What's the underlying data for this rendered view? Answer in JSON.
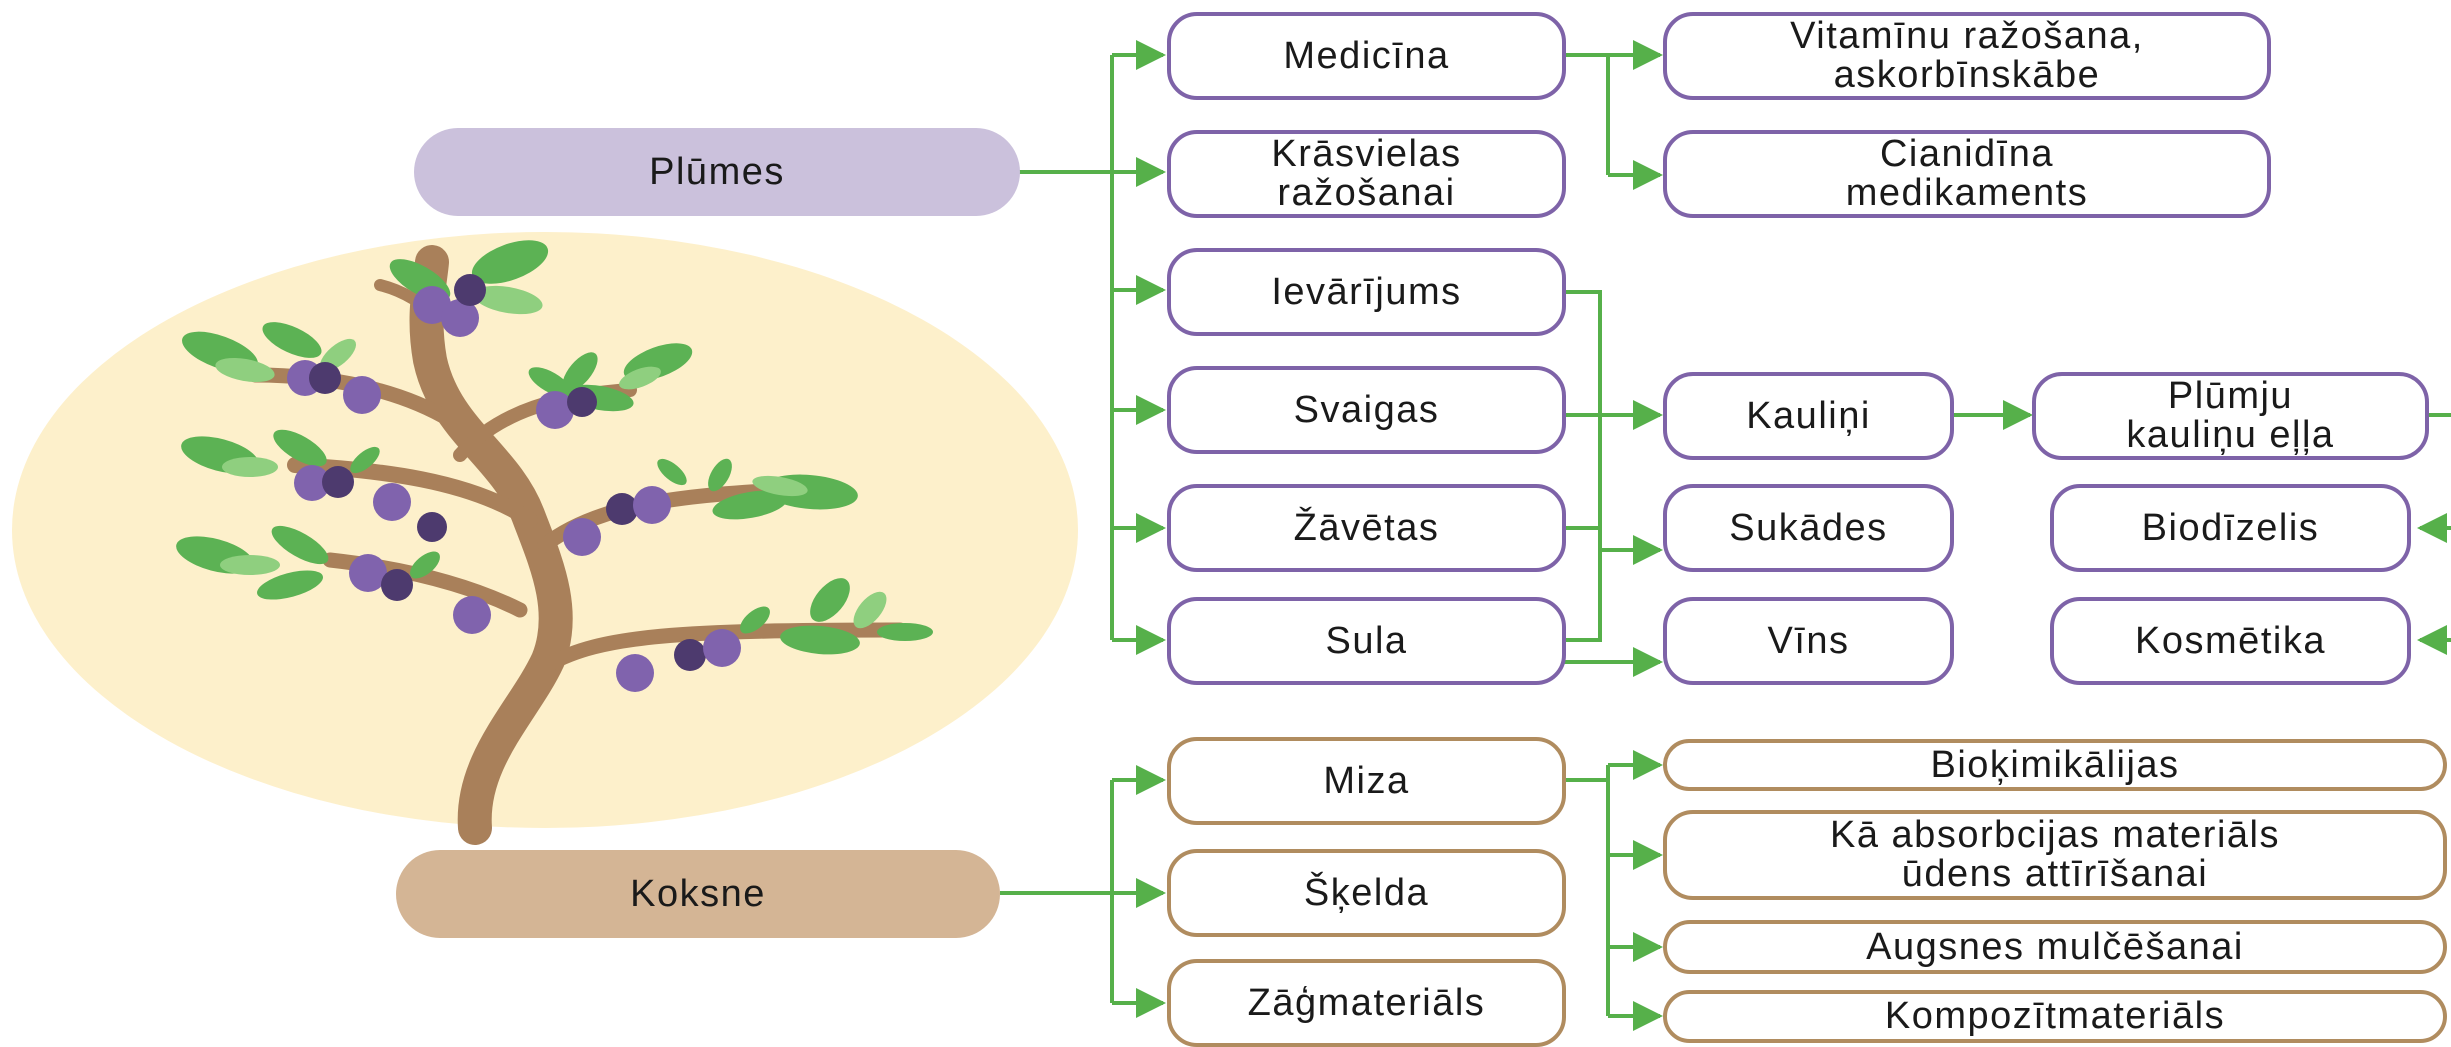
{
  "categories": {
    "plumes": "Plūmes",
    "koksne": "Koksne"
  },
  "plum_products": {
    "medicina": "Medicīna",
    "krasvielas": "Krāsvielas\nražošanai",
    "ievarijums": "Ievārījums",
    "svaigas": "Svaigas",
    "zavetas": "Žāvētas",
    "sula": "Sula"
  },
  "medical_uses": {
    "vitaminu": "Vitamīnu ražošana,\naskorbīnskābe",
    "cianidina": "Cianidīna\nmedikaments"
  },
  "byproducts": {
    "kaulini": "Kauliņi",
    "sukades": "Sukādes",
    "vins": "Vīns",
    "ella": "Plūmju\nkauliņu eļļa",
    "biodizelis": "Biodīzelis",
    "kosmetika": "Kosmētika"
  },
  "wood_products": {
    "miza": "Miza",
    "skelda": "Šķelda",
    "zagmaterials": "Zāģmateriāls"
  },
  "wood_uses": {
    "biokimikalijas": "Bioķimikālijas",
    "absorbcijas": "Kā absorbcijas materiāls\nūdens attīrīšanai",
    "augsnes": "Augsnes mulčēšanai",
    "kompozit": "Kompozītmateriāls"
  },
  "colors": {
    "arrow": "#56b04a",
    "plum_border": "#7e63a8",
    "wood_border": "#b08c5f",
    "plum_category": "#cbc1dc",
    "wood_category": "#d4b595",
    "circle": "#fdf0cb",
    "trunk": "#a9805a",
    "leaf": "#5cb254",
    "leaf_light": "#8fcf7f",
    "plum": "#8063ad",
    "plum_dark": "#4d3a6e"
  }
}
